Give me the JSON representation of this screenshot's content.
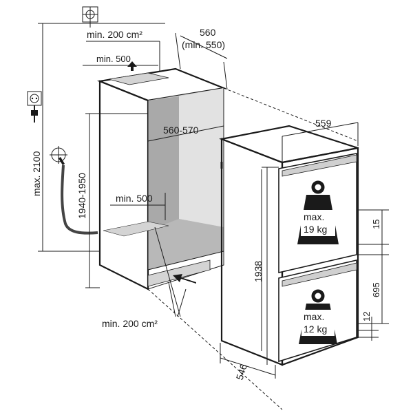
{
  "diagram": {
    "labels": {
      "top_vent": "min. 200 cm²",
      "top_depth": "560",
      "top_depth_min": "(min. 550)",
      "top_gap": "min. 500",
      "niche_width": "560-570",
      "bottom_gap": "min. 500",
      "bottom_vent": "min. 200 cm²",
      "max_height": "max. 2100",
      "niche_height": "1940-1950",
      "appliance_height": "1938",
      "appliance_width": "559",
      "appliance_depth": "546",
      "dim_15": "15",
      "dim_695": "695",
      "dim_12": "12",
      "upper_weight_1": "max.",
      "upper_weight_2": "19 kg",
      "lower_weight_1": "max.",
      "lower_weight_2": "12 kg"
    },
    "icons": [
      "water-connection-icon",
      "power-socket-icon",
      "plug-icon",
      "water-tap-icon",
      "weight-icon"
    ]
  }
}
